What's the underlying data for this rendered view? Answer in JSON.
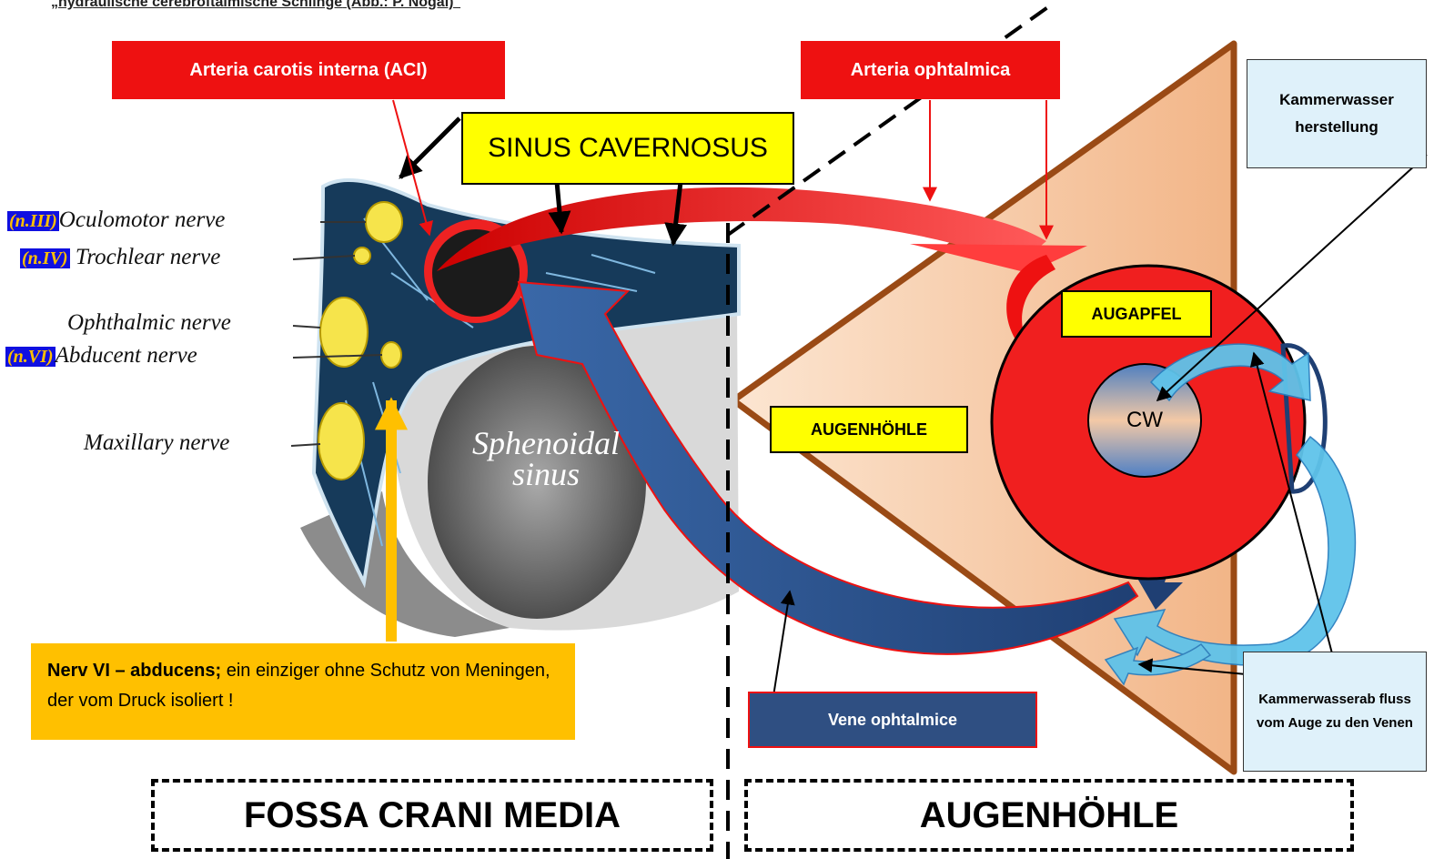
{
  "title": {
    "underlined": "„hydraulische cerebroftalmische Schlinge",
    "rest": " (Abb.: P. Nogal)\""
  },
  "labels": {
    "aci": "Arteria carotis interna  (ACI)",
    "arteria_ophthalmica": "Arteria ophtalmica",
    "sinus_cavernosus": "SINUS CAVERNOSUS",
    "augapfel": "AUGAPFEL",
    "augenhoehle_small": "AUGENHÖHLE",
    "cw": "CW",
    "kammerwasser_herstellung": "Kammerwasser herstellung",
    "kammerwasser_abfluss": "Kammerwasserab fluss vom Auge zu den Venen",
    "vene_ophthalmica": "Vene ophtalmice",
    "fossa_crani_media": "FOSSA CRANI MEDIA",
    "augenhoehle_region": "AUGENHÖHLE"
  },
  "nerves": {
    "oculomotor": {
      "tag": "(n.III)",
      "name": "Oculomotor  nerve"
    },
    "trochlear": {
      "tag": "(n.IV)",
      "name": "Trochlear  nerve"
    },
    "ophthalmic": {
      "name": "Ophthalmic  nerve"
    },
    "abducent": {
      "tag": "(n.VI)",
      "name": "Abducent  nerve"
    },
    "maxillary": {
      "name": "Maxillary  nerve"
    }
  },
  "sphenoidal": {
    "line1": "Sphenoidal",
    "line2": "sinus"
  },
  "abducens_note": {
    "bold": "Nerv VI – abducens;",
    "text": " ein einziger ohne Schutz von Meningen, der vom Druck isoliert !"
  },
  "colors": {
    "artery_red": "#ee1111",
    "vein_blue": "#1f3f73",
    "sinus_blue": "#163a5a",
    "yellow_box": "#ffff00",
    "orange_note": "#ffc000",
    "orbit_fill": "#f5c49a",
    "orbit_border": "#9a4a15",
    "aqueous_blue": "#5fc3ea"
  }
}
